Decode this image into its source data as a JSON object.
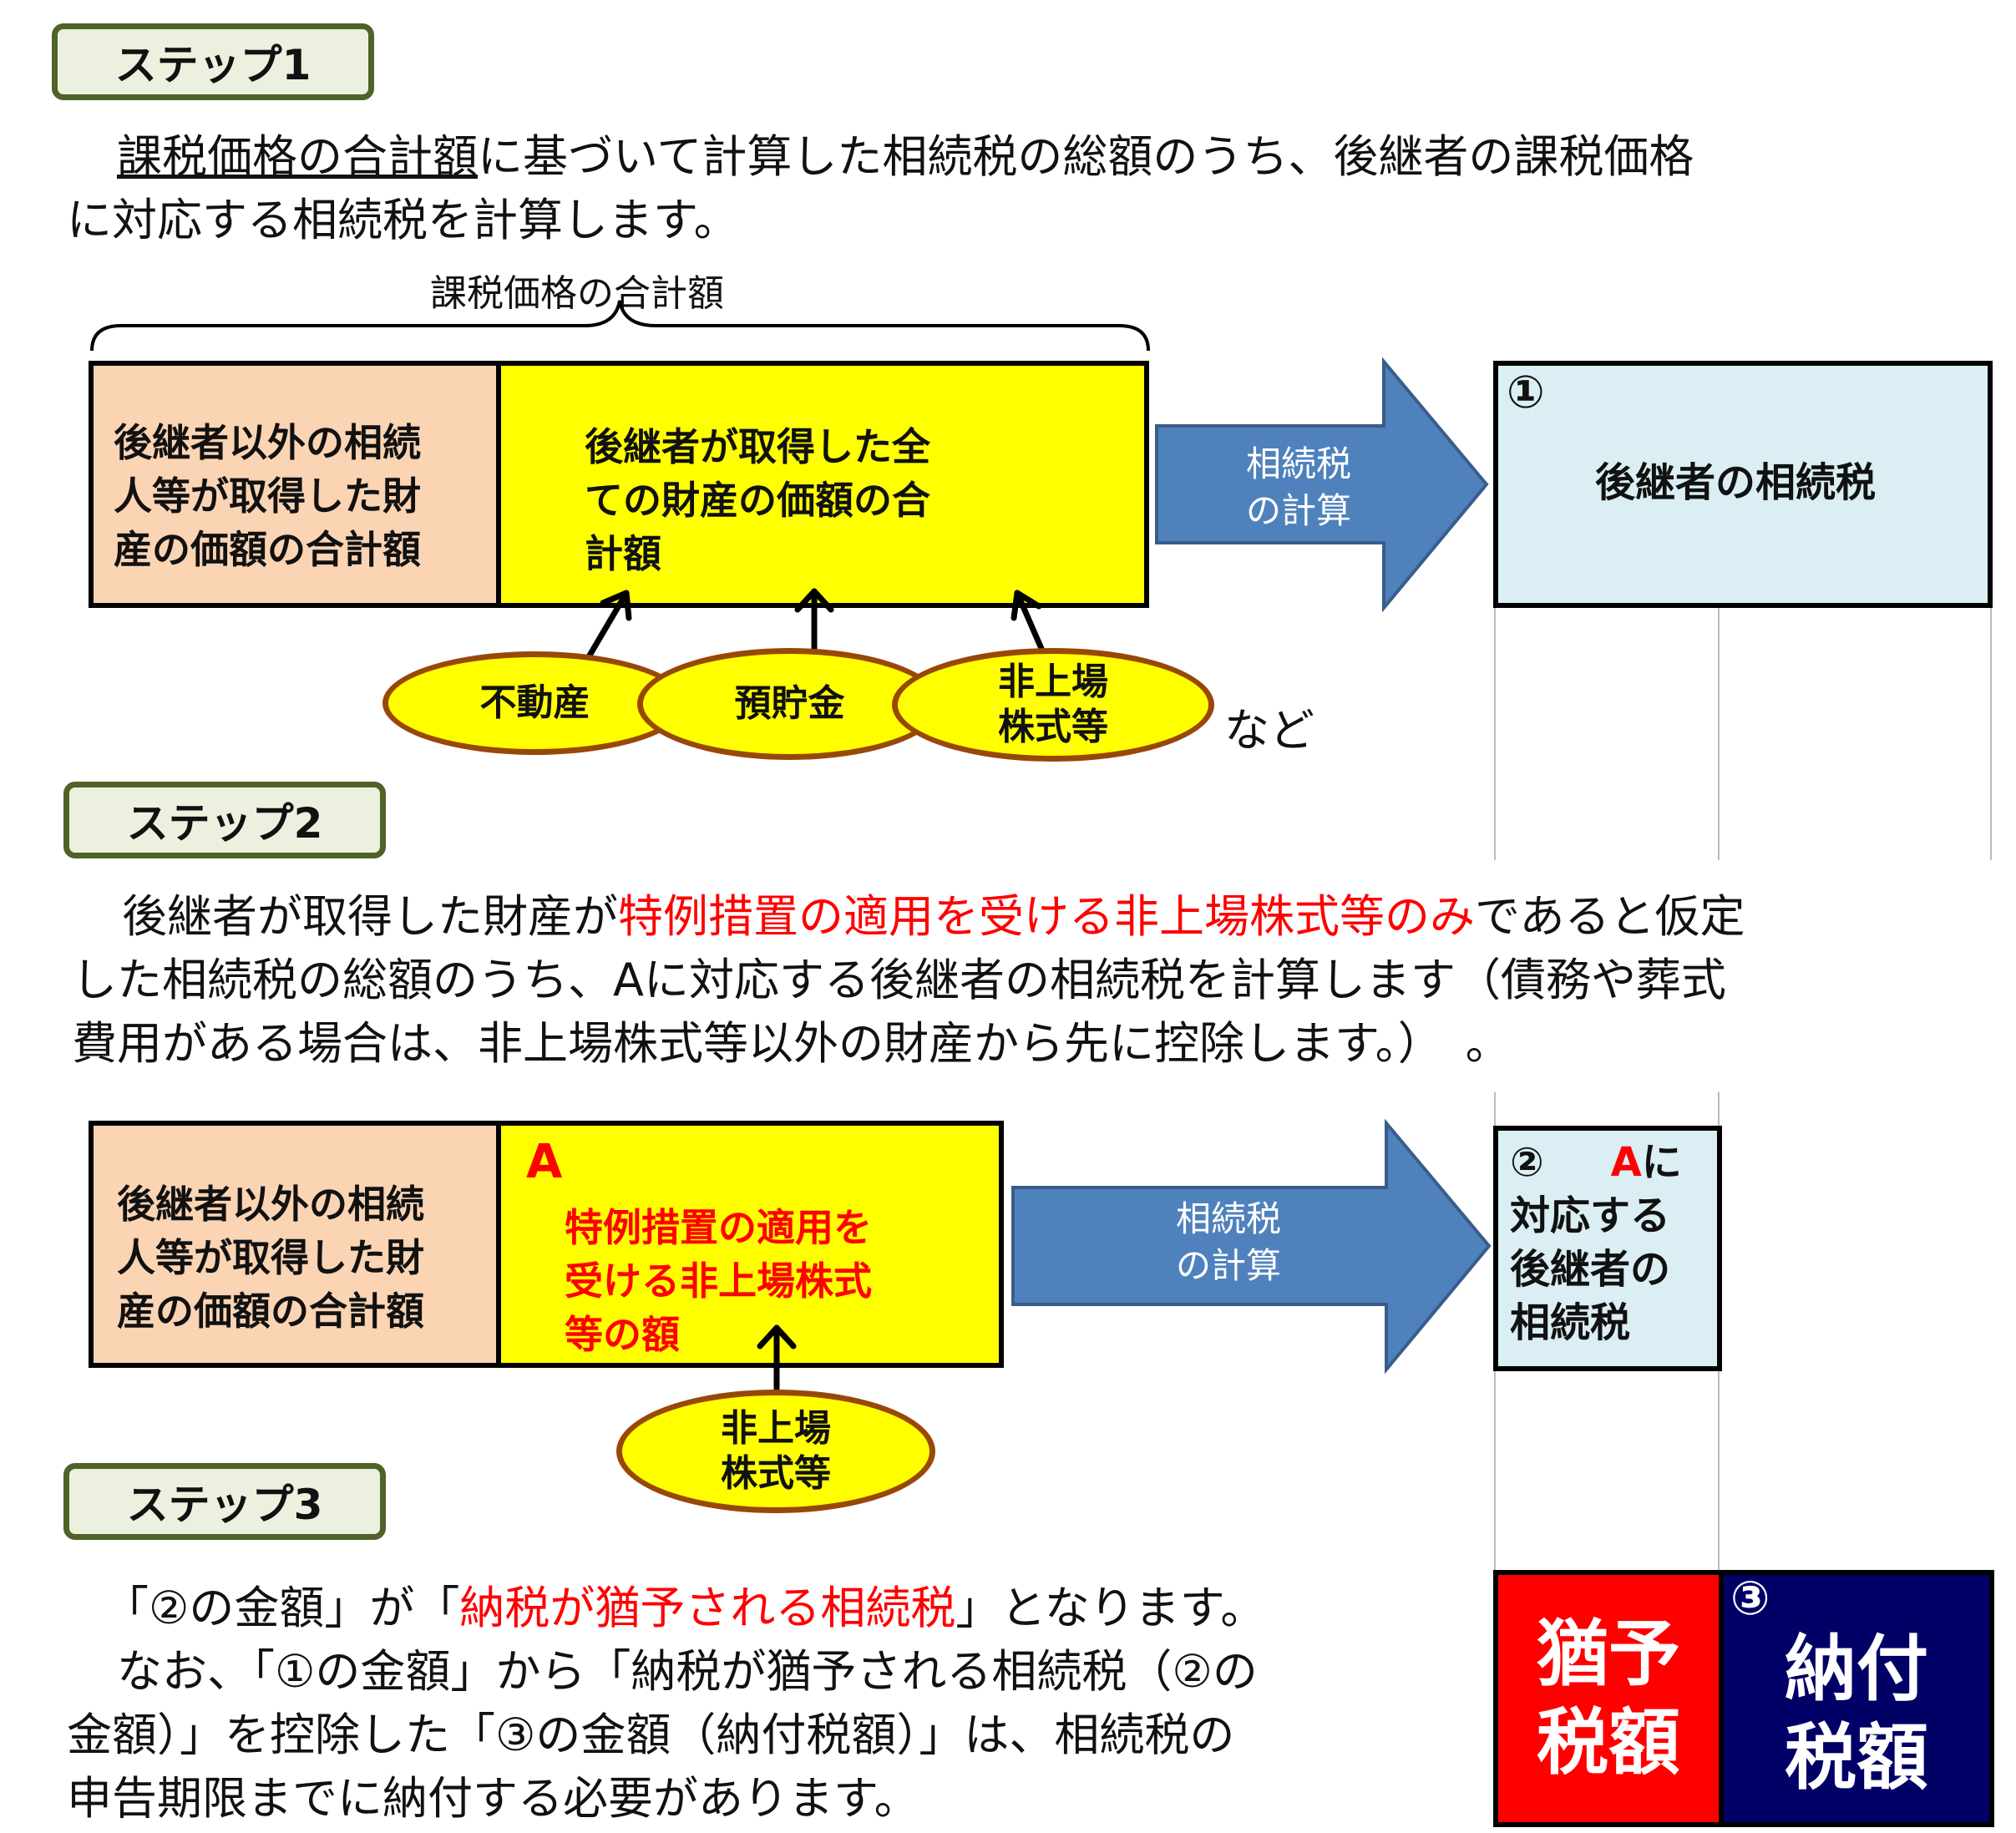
{
  "colors": {
    "step_label_bg": "#ebf1de",
    "step_label_border": "#4f6228",
    "salmon_box": "#fbd4b4",
    "yellow_box": "#ffff00",
    "light_blue_box": "#daeef3",
    "arrow_fill": "#4f81bd",
    "ellipse_border": "#984806",
    "red_box": "#ff0000",
    "navy_box": "#000066",
    "highlight_red": "#ff0000"
  },
  "step1": {
    "label": "ステップ1",
    "para_underline": "課税価格の合計額",
    "para_rest_line1": "に基づいて計算した相続税の総額のうち、後継者の課税価格",
    "para_line2": "に対応する相続税を計算します。",
    "brace_label": "課税価格の合計額",
    "others_box": [
      "後継者以外の相続",
      "人等が取得した財",
      "産の価額の合計額"
    ],
    "successor_box": [
      "後継者が取得した全",
      "ての財産の価額の合",
      "計額"
    ],
    "ellipses": [
      "不動産",
      "預貯金",
      "非上場",
      "株式等"
    ],
    "etc": "など",
    "arrow_text": [
      "相続税",
      "の計算"
    ],
    "result_num": "①",
    "result_text": "後継者の相続税"
  },
  "step2": {
    "label": "ステップ2",
    "line1_a": "後継者が取得した財産が",
    "line1_red": "特例措置の適用を受ける非上場株式等のみ",
    "line1_b": "であると仮定",
    "line2": "した相続税の総額のうち、Aに対応する後継者の相続税を計算します（債務や葬式",
    "line3": "費用がある場合は、非上場株式等以外の財産から先に控除します。）　。",
    "others_box": [
      "後継者以外の相続",
      "人等が取得した財",
      "産の価額の合計額"
    ],
    "a_marker": "A",
    "a_box": [
      "特例措置の適用を",
      "受ける非上場株式",
      "等の額"
    ],
    "ellipse": [
      "非上場",
      "株式等"
    ],
    "arrow_text": [
      "相続税",
      "の計算"
    ],
    "result_num": "②",
    "result_a": "A",
    "result_lines": [
      "に",
      "対応する",
      "後継者の",
      "相続税"
    ]
  },
  "step3": {
    "label": "ステップ3",
    "line1_a": "「②の金額」が「",
    "line1_red": "納税が猶予される相続税",
    "line1_b": "」となります。",
    "line2": "なお、「①の金額」から「納税が猶予される相続税（②の",
    "line3": "金額）」を控除した「③の金額（納付税額）」は、相続税の",
    "line4": "申告期限までに納付する必要があります。",
    "deferred": [
      "猶予",
      "税額"
    ],
    "payment_num": "③",
    "payment": [
      "納付",
      "税額"
    ]
  }
}
